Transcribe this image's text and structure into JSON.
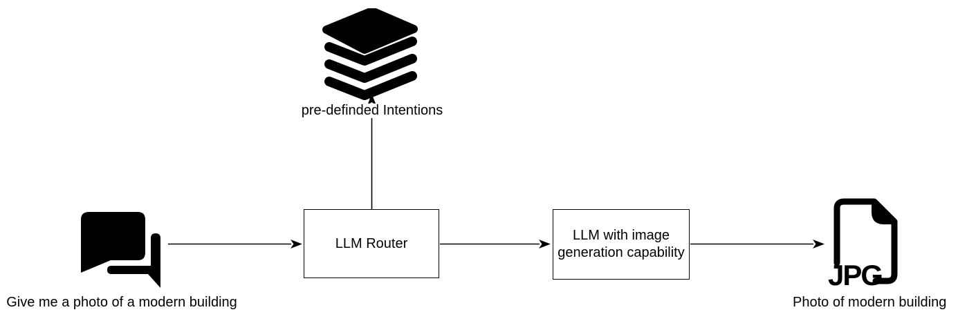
{
  "diagram": {
    "type": "flowchart",
    "colors": {
      "foreground": "#000000",
      "background": "#ffffff"
    },
    "nodes": {
      "user_request": {
        "icon": "chat-bubbles",
        "caption": "Give me a photo of a modern building"
      },
      "predefined_intentions": {
        "icon": "layers-stack",
        "label": "pre-definded Intentions"
      },
      "llm_router": {
        "label": "LLM Router"
      },
      "llm_image_gen": {
        "label_line1": "LLM with image",
        "label_line2": "generation capability",
        "label": "LLM with image generation capability"
      },
      "jpg_output": {
        "icon": "jpg-file",
        "badge": "JPG",
        "caption": "Photo of modern building"
      }
    },
    "edges": [
      {
        "from": "user_request",
        "to": "llm_router",
        "direction": "right"
      },
      {
        "from": "llm_router",
        "to": "predefined_intentions",
        "direction": "up"
      },
      {
        "from": "llm_router",
        "to": "llm_image_gen",
        "direction": "right"
      },
      {
        "from": "llm_image_gen",
        "to": "jpg_output",
        "direction": "right"
      }
    ]
  }
}
